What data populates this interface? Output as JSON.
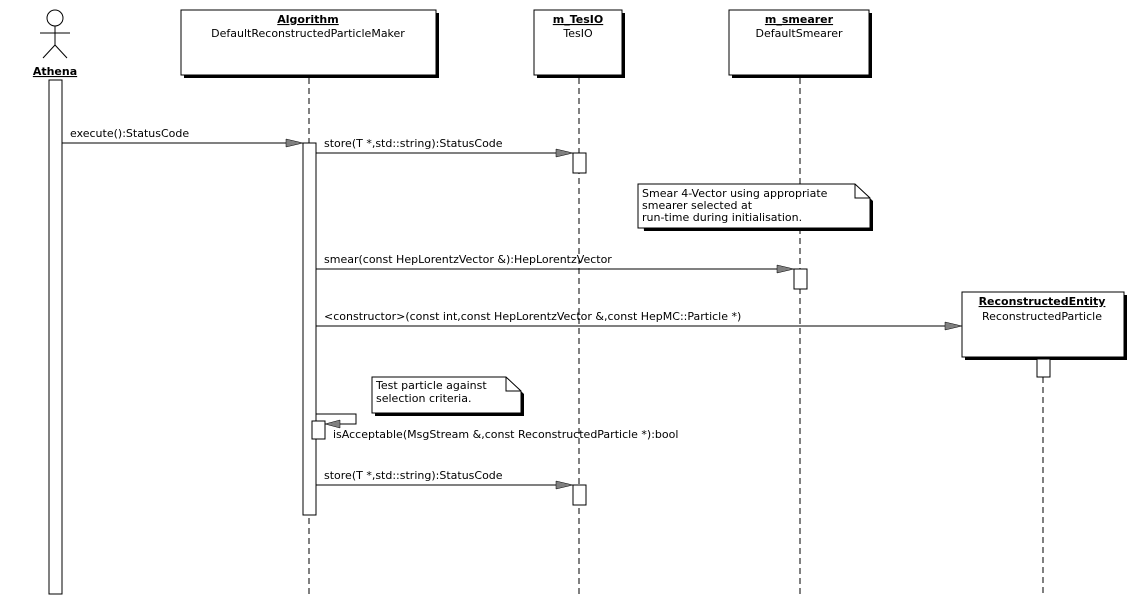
{
  "actor": {
    "name": "Athena"
  },
  "participants": [
    {
      "name": "Algorithm",
      "type": "DefaultReconstructedParticleMaker"
    },
    {
      "name": "m_TesIO",
      "type": "TesIO"
    },
    {
      "name": "m_smearer",
      "type": "DefaultSmearer"
    },
    {
      "name": "ReconstructedEntity",
      "type": "ReconstructedParticle"
    }
  ],
  "messages": [
    {
      "label": "execute():StatusCode"
    },
    {
      "label": "store(T *,std::string):StatusCode"
    },
    {
      "label": "smear(const HepLorentzVector &):HepLorentzVector"
    },
    {
      "label": "<constructor>(const int,const HepLorentzVector &,const HepMC::Particle *)"
    },
    {
      "label": "isAcceptable(MsgStream &,const ReconstructedParticle *):bool"
    },
    {
      "label": "store(T *,std::string):StatusCode"
    }
  ],
  "notes": [
    {
      "lines": [
        "Smear 4-Vector using appropriate",
        "smearer selected at",
        "run-time during initialisation."
      ]
    },
    {
      "lines": [
        "Test particle against",
        "selection criteria."
      ]
    }
  ]
}
